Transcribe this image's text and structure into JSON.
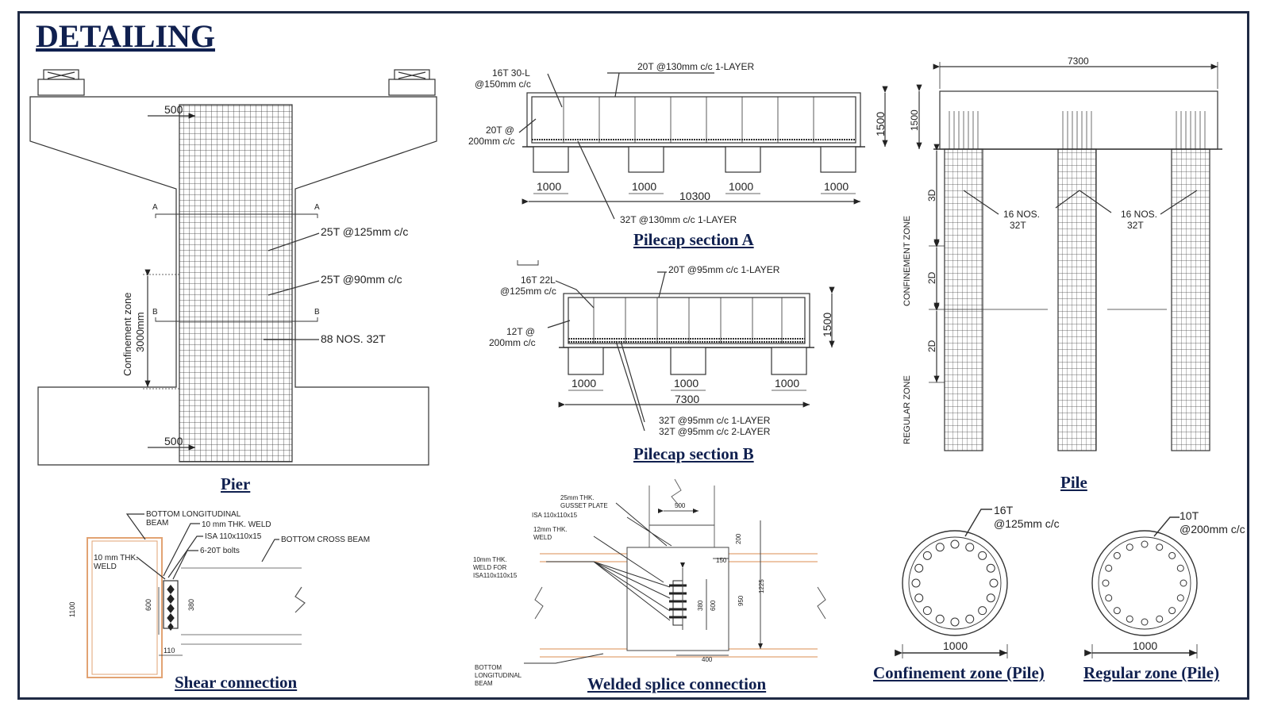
{
  "page_title": "DETAILING",
  "captions": {
    "pier": "Pier",
    "pilecap_a": "Pilecap section A",
    "pilecap_b": "Pilecap section B",
    "pile": "Pile",
    "shear": "Shear connection",
    "splice": "Welded splice connection",
    "confinement_zone": "Confinement zone  (Pile)",
    "regular_zone": "Regular zone (Pile)"
  },
  "pier": {
    "dim_top": "500",
    "dim_bottom": "500",
    "section_a": "A",
    "section_b": "B",
    "label_1": "25T @125mm c/c",
    "label_2": "25T @90mm c/c",
    "label_3": "88 NOS. 32T",
    "confinement_1": "Confinement zone",
    "confinement_2": "3000mm"
  },
  "pilecap_a": {
    "top_left_1": "16T 30-L",
    "top_left_2": "@150mm c/c",
    "top_bar": "20T @130mm c/c 1-LAYER",
    "side_1": "20T @",
    "side_2": "200mm c/c",
    "depth": "1500",
    "pile_width": "1000",
    "length": "10300",
    "bottom_bar": "32T @130mm c/c 1-LAYER"
  },
  "pilecap_b": {
    "top_left_1": "16T 22L",
    "top_left_2": "@125mm c/c",
    "top_bar": "20T @95mm c/c 1-LAYER",
    "side_1": "12T @",
    "side_2": "200mm c/c",
    "depth": "1500",
    "pile_width": "1000",
    "length": "7300",
    "bottom_1": "32T @95mm c/c 1-LAYER",
    "bottom_2": "32T @95mm c/c 2-LAYER"
  },
  "pile": {
    "width": "7300",
    "cap_depth": "1500",
    "zone_3d": "3D",
    "zone_2d": "2D",
    "confinement": "CONFINEMENT ZONE",
    "regular": "REGULAR ZONE",
    "bars_1a": "16 NOS.",
    "bars_1b": "32T",
    "bars_2a": "16 NOS.",
    "bars_2b": "32T"
  },
  "shear": {
    "l1a": "BOTTOM LONGITUDINAL",
    "l1b": "BEAM",
    "l2": "10 mm THK. WELD",
    "l3": "ISA 110x110x15",
    "l4": "BOTTOM CROSS BEAM",
    "l5": "6-20T bolts",
    "l6a": "10 mm THK.",
    "l6b": "WELD",
    "d1": "1100",
    "d2": "600",
    "d3": "380",
    "d4": "110"
  },
  "splice": {
    "l1a": "25mm THK.",
    "l1b": "GUSSET PLATE",
    "l2": "ISA 110x110x15",
    "l3a": "12mm  THK.",
    "l3b": "WELD",
    "l4a": "10mm THK.",
    "l4b": "WELD FOR",
    "l4c": "ISA110x110x15",
    "l5a": "BOTTOM",
    "l5b": "LONGITUDINAL",
    "l5c": "BEAM",
    "d500": "500",
    "d200": "200",
    "d150": "150",
    "d380": "380",
    "d600": "600",
    "d950": "950",
    "d1225": "1225",
    "d400": "400"
  },
  "conf_section": {
    "bar_1": "16T",
    "bar_2": "@125mm c/c",
    "dia": "1000"
  },
  "reg_section": {
    "bar_1": "10T",
    "bar_2": "@200mm c/c",
    "dia": "1000"
  },
  "colors": {
    "border": "#1f2a44",
    "heading": "#10204f",
    "beam_orange": "#e2a373"
  }
}
